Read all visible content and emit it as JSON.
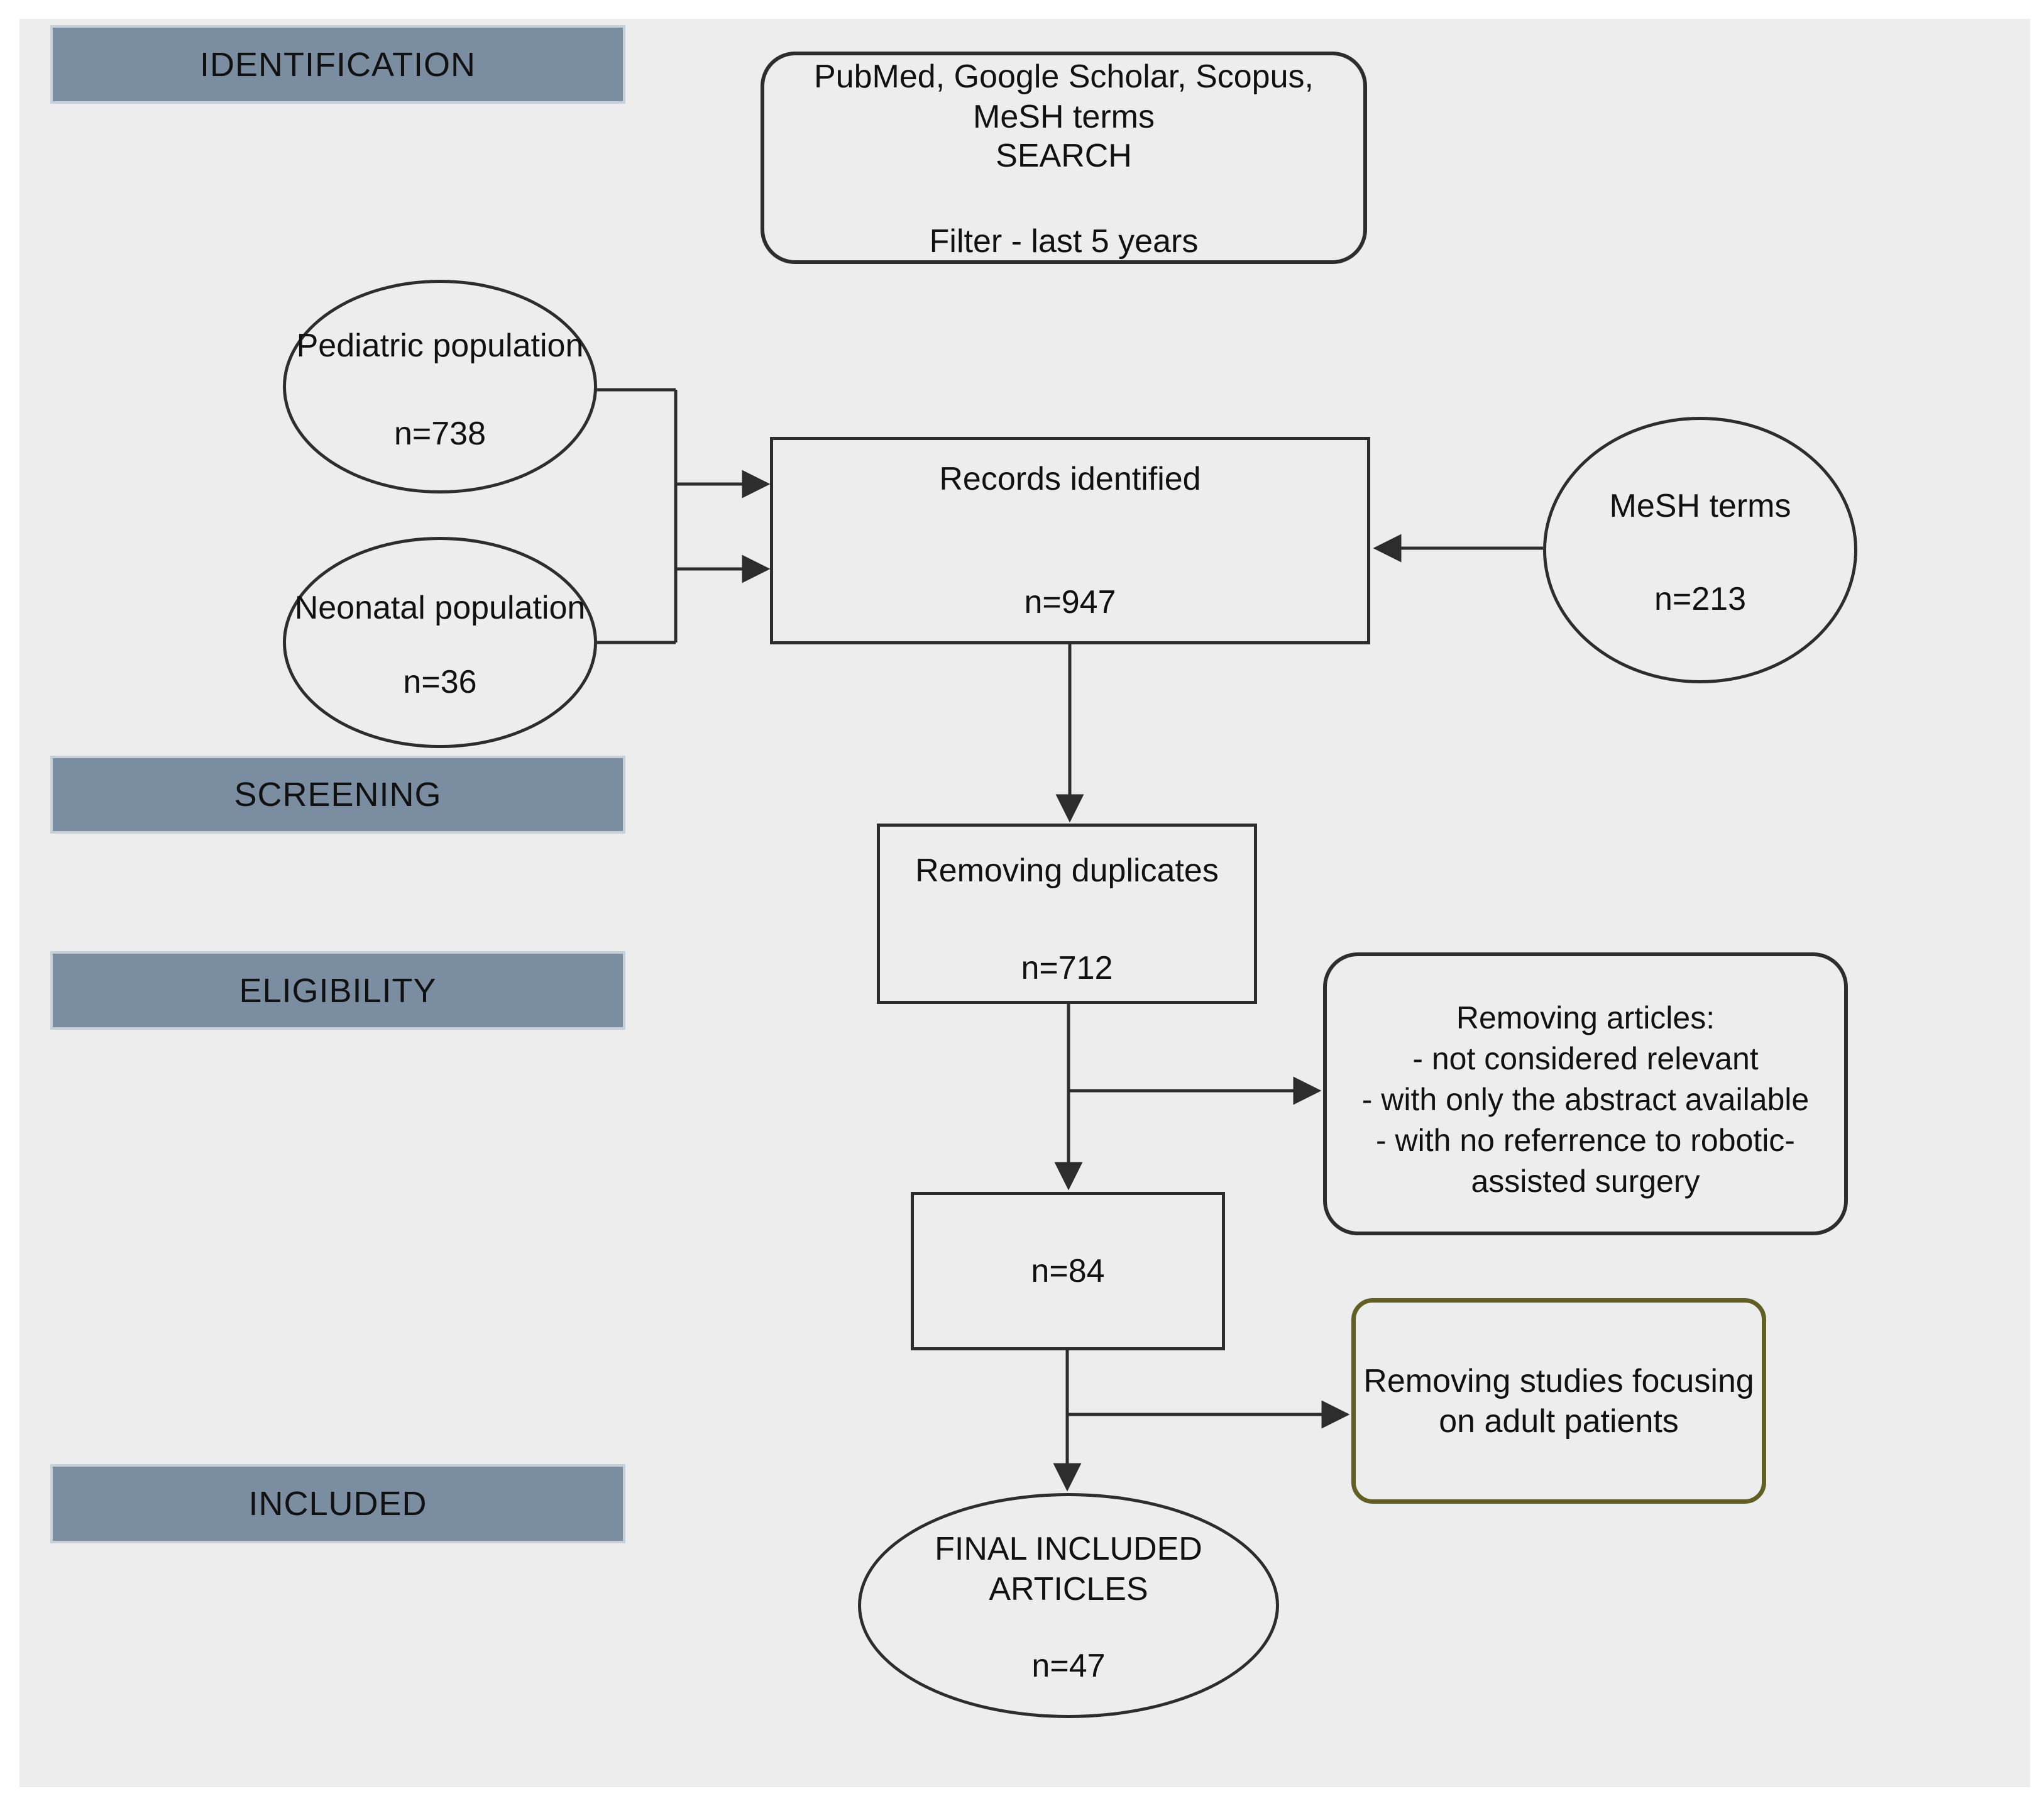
{
  "diagram_type": "prisma-flow",
  "colors": {
    "background": "#ededee",
    "stage_bar": "#7b8da0",
    "stage_bar_border": "#c6d0d8",
    "node_border": "#2d2d2d",
    "accent_border": "#625f25",
    "connector": "#2d2d2d"
  },
  "stages": {
    "identification": "IDENTIFICATION",
    "screening": "SCREENING",
    "eligibility": "ELIGIBILITY",
    "included": "INCLUDED"
  },
  "nodes": {
    "search": {
      "line1": "PubMed, Google Scholar, Scopus,",
      "line2": "MeSH terms",
      "line3": "SEARCH",
      "line4": "Filter - last 5 years"
    },
    "pediatric": {
      "label": "Pediatric population",
      "count": "n=738"
    },
    "neonatal": {
      "label": "Neonatal population",
      "count": "n=36"
    },
    "mesh": {
      "label": "MeSH terms",
      "count": "n=213"
    },
    "records": {
      "label": "Records identified",
      "count": "n=947"
    },
    "duplicates": {
      "label": "Removing duplicates",
      "count": "n=712"
    },
    "removing_articles": {
      "line1": "Removing articles:",
      "line2": "- not considered relevant",
      "line3": "- with only the abstract available",
      "line4": "- with no referrence to robotic-",
      "line5": "assisted surgery"
    },
    "eligible": {
      "count": "n=84"
    },
    "adult_exclusion": {
      "line1": "Removing studies focusing",
      "line2": "on adult patients"
    },
    "final": {
      "line1": "FINAL INCLUDED",
      "line2": "ARTICLES",
      "count": "n=47"
    }
  }
}
